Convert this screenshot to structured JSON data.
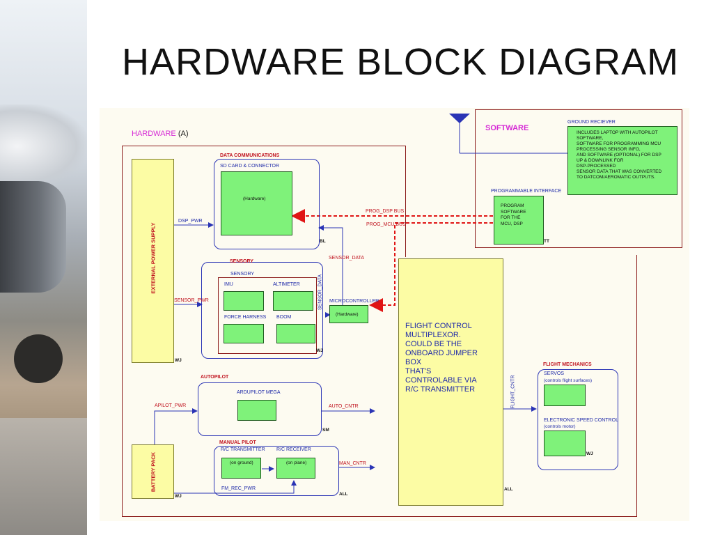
{
  "slide": {
    "title": "HARDWARE BLOCK DIAGRAM"
  },
  "hardware_label": {
    "prefix": "HARDWARE",
    "suffix": "(A)"
  },
  "software": {
    "label": "SOFTWARE",
    "ground_receiver": {
      "title": "GROUND RECIEVER",
      "lines": [
        "INCLUDES LAPTOP WITH AUTOPILOT",
        "SOFTWARE,",
        "SOFTWARE FOR PROGRAMMING MCU",
        "PROCESSING SENSOR INFO,",
        "AND SOFTWARE (OPTIONAL) FOR DSP",
        "UP & DOWNLINK FOR",
        "DSP-PROCESSED",
        "SENSOR DATA THAT WAS CONVERTED",
        "TO DATCOM/AEROMATIC OUTPUTS."
      ]
    },
    "programmable_interface": {
      "title": "PROGRAMMABLE INTERFACE",
      "lines": [
        "PROGRAM",
        "SOFTWARE",
        "FOR THE",
        "MCU, DSP"
      ],
      "tag": "TT"
    }
  },
  "external_power": {
    "label": "EXTERNAL POWER SUPPLY",
    "tag": "WJ"
  },
  "battery": {
    "label": "BATTERY PACK",
    "tag": "WJ"
  },
  "data_comm": {
    "title": "DATA COMMUNICATIONS",
    "subtitle": "SD CARD & CONNECTOR",
    "box": "(Hardware)",
    "tag": "BL"
  },
  "sensory": {
    "title": "SENSORY",
    "subtitle": "SENSORY",
    "imu": "IMU",
    "altimeter": "ALTIMETER",
    "force": "FORCE HARNESS",
    "boom": "BOOM",
    "tag": "WJ"
  },
  "microcontroller": {
    "title": "MICROCONTROLLER",
    "box": "(Hardware)"
  },
  "autopilot": {
    "title": "AUTOPILOT",
    "subtitle": "ARDUPILOT MEGA",
    "tag": "SM"
  },
  "manual_pilot": {
    "title": "MANUAL PILOT",
    "rc_tx": "R/C TRANSMITTER",
    "rc_rx": "R/C RECEIVER",
    "tx_box": "(on ground)",
    "rx_box": "(on plane)",
    "tag": "ALL"
  },
  "flight_control": {
    "lines": [
      "FLIGHT CONTROL",
      "MULTIPLEXOR.",
      "COULD BE THE",
      "ONBOARD JUMPER",
      "BOX",
      "THAT'S",
      "CONTROLABLE VIA",
      "R/C TRANSMITTER"
    ],
    "tag": "ALL"
  },
  "flight_mechanics": {
    "title": "FLIGHT MECHANICS",
    "servos": "SERVOS",
    "servos_sub": "(controls flight surfaces)",
    "esc": "ELECTRONIC SPEED CONTROL",
    "esc_sub": "(controls motor)",
    "tag": "WJ"
  },
  "signals": {
    "dsp_pwr": "DSP_PWR",
    "sensor_pwr": "SENSOR_PWR",
    "apilot_pwr": "APILOT_PWR",
    "fm_rec_pwr": "FM_REC_PWR",
    "prog_dsp_bus": "PROG_DSP BUS",
    "prog_mcu_bus": "PROG_MCU BUS",
    "sensor_data_h": "SENSOR_DATA",
    "sensor_data_v": "SENSOR_DATA",
    "auto_cntr": "AUTO_CNTR",
    "man_cntr": "MAN_CNTR",
    "flight_cntr": "FLIGHT_CNTR"
  },
  "colors": {
    "title_text": "#111111",
    "border_dark_red": "#8b1a1a",
    "block_green": "#7ff27a",
    "block_yellow": "#fcfca4",
    "wire_blue": "#2a34b5",
    "bus_red": "#e01414"
  }
}
